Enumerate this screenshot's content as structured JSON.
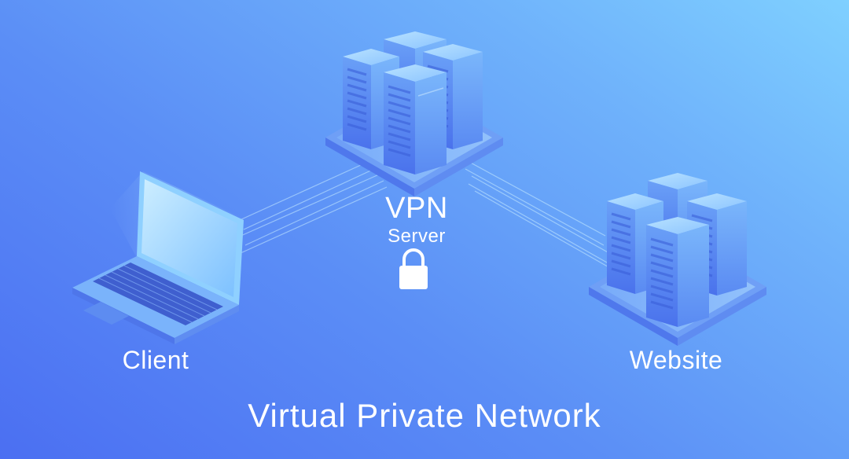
{
  "nodes": {
    "client": {
      "label": "Client",
      "icon": "laptop-icon"
    },
    "vpn": {
      "label": "VPN",
      "sublabel": "Server",
      "icon": "server-cluster-icon",
      "lock_icon": "lock-icon"
    },
    "website": {
      "label": "Website",
      "icon": "server-cluster-icon"
    }
  },
  "connections": [
    {
      "from": "client",
      "to": "vpn"
    },
    {
      "from": "vpn",
      "to": "website"
    }
  ],
  "caption": "Virtual Private Network",
  "colors": {
    "background_start": "#4b6ff2",
    "background_end": "#7fd0ff",
    "text": "#ffffff",
    "server_face": "#5d8ff5",
    "server_top": "#9ed0ff"
  }
}
